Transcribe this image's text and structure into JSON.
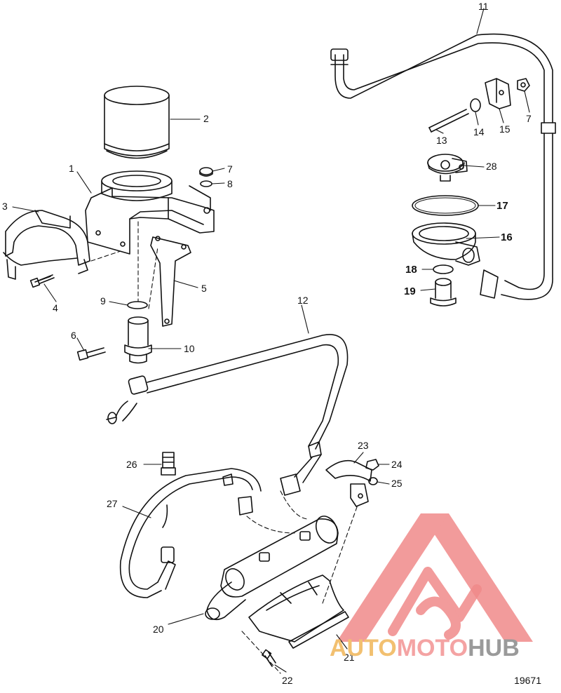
{
  "figure_number": "19671",
  "callouts": [
    {
      "id": "1",
      "bold": false
    },
    {
      "id": "2",
      "bold": false
    },
    {
      "id": "3",
      "bold": false
    },
    {
      "id": "4",
      "bold": false
    },
    {
      "id": "5",
      "bold": false
    },
    {
      "id": "6",
      "bold": false
    },
    {
      "id": "7",
      "bold": false
    },
    {
      "id": "8",
      "bold": false
    },
    {
      "id": "9",
      "bold": false
    },
    {
      "id": "10",
      "bold": false
    },
    {
      "id": "11",
      "bold": false
    },
    {
      "id": "12",
      "bold": false
    },
    {
      "id": "13",
      "bold": false
    },
    {
      "id": "14",
      "bold": false
    },
    {
      "id": "15",
      "bold": false
    },
    {
      "id": "16",
      "bold": true
    },
    {
      "id": "17",
      "bold": true
    },
    {
      "id": "18",
      "bold": true
    },
    {
      "id": "19",
      "bold": true
    },
    {
      "id": "20",
      "bold": false
    },
    {
      "id": "21",
      "bold": false
    },
    {
      "id": "22",
      "bold": false
    },
    {
      "id": "23",
      "bold": false
    },
    {
      "id": "24",
      "bold": false
    },
    {
      "id": "25",
      "bold": false
    },
    {
      "id": "26",
      "bold": false
    },
    {
      "id": "27",
      "bold": false
    },
    {
      "id": "28",
      "bold": false
    },
    {
      "id": "7",
      "bold": false
    }
  ],
  "watermark": {
    "part1": "AUTO",
    "part2": "MOTO",
    "part3": "HUB",
    "colors": {
      "part1": "#f2c070",
      "part2": "#f4a3a3",
      "part3": "#9a9a9a",
      "triangle": "#f08a8a"
    }
  }
}
